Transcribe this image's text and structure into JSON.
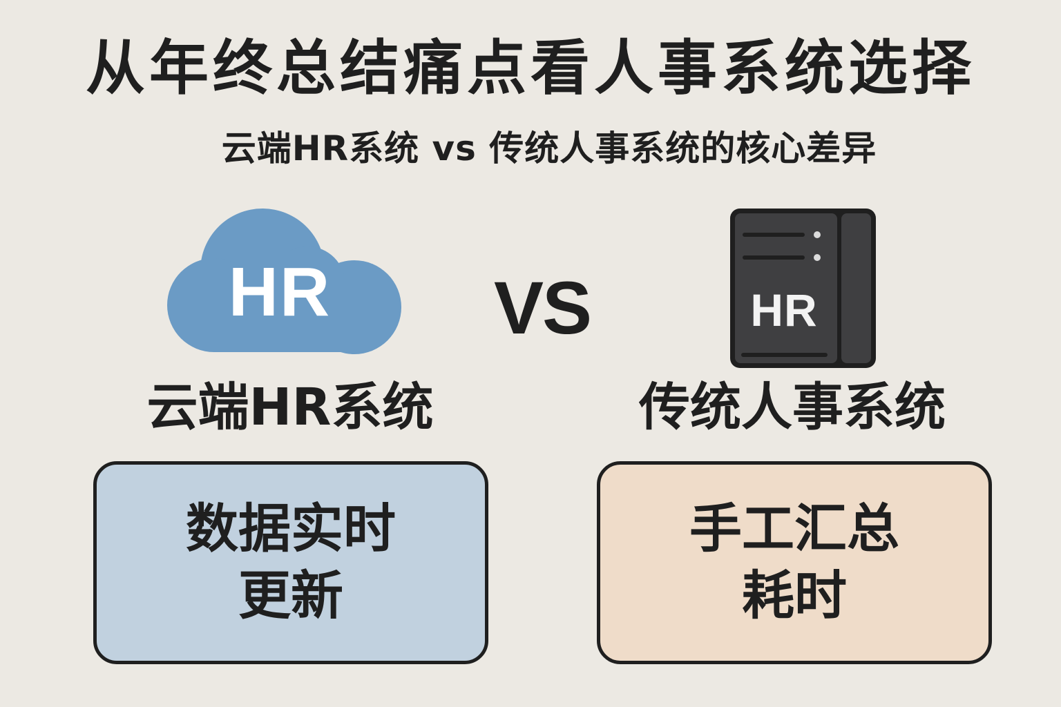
{
  "title": "从年终总结痛点看人事系统选择",
  "subtitle": "云端HR系统 vs 传统人事系统的核心差异",
  "cloud_icon": {
    "text": "HR",
    "color": "#6b9bc5",
    "icon": "cloud-icon"
  },
  "vs_text": "VS",
  "server_icon": {
    "text": "HR",
    "color": "#3f3f41",
    "icon": "server-icon"
  },
  "left": {
    "label": "云端HR系统",
    "box_lines": [
      "数据实时",
      "更新"
    ],
    "box_color": "#c1d1df"
  },
  "right": {
    "label": "传统人事系统",
    "box_lines": [
      "手工汇总",
      "耗时"
    ],
    "box_color": "#efdcc9"
  }
}
